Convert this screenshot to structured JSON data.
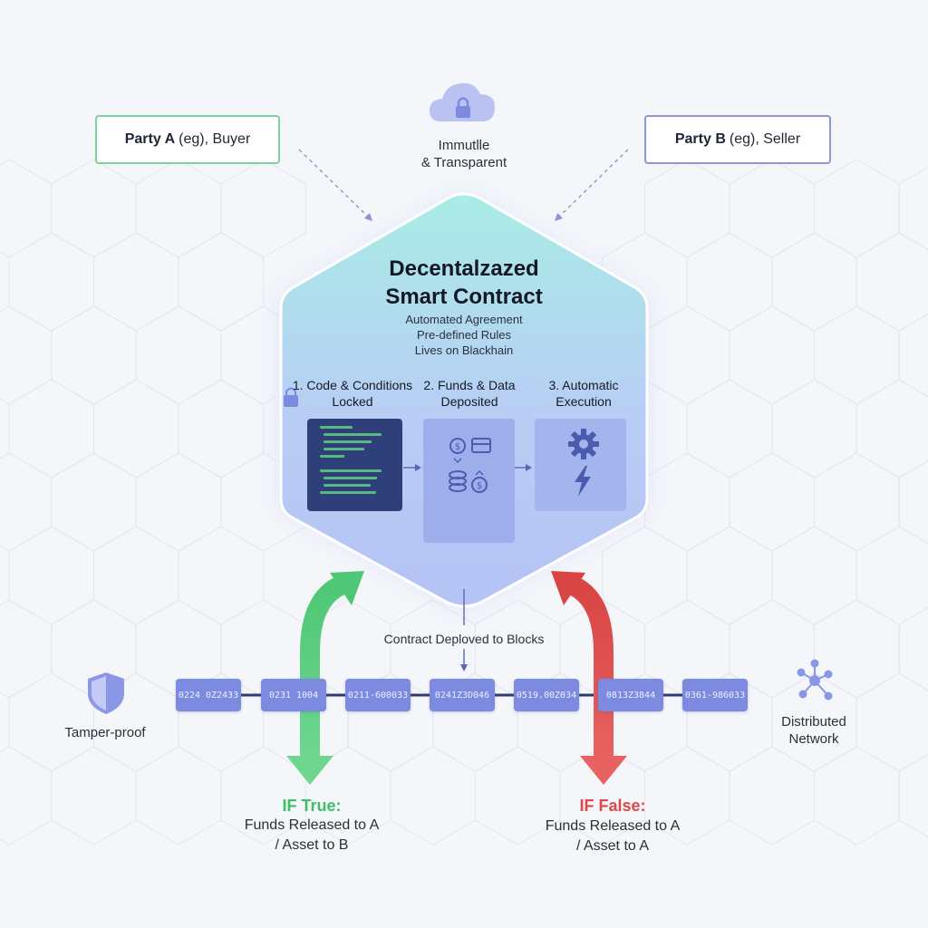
{
  "parties": {
    "a": {
      "bold": "Party A",
      "rest": "(eg), Buyer"
    },
    "b": {
      "bold": "Party B",
      "rest": "(eg), Seller"
    }
  },
  "top_label": {
    "line1": "Immutlle",
    "line2": "& Transparent"
  },
  "contract": {
    "title_line1": "Decentalzazed",
    "title_line2": "Smart Contract",
    "sub_line1": "Automated Agreement",
    "sub_line2": "Pre-defined Rules",
    "sub_line3": "Lives on Blackhain"
  },
  "steps": [
    {
      "line1": "1. Code & Conditions",
      "line2": "Locked"
    },
    {
      "line1": "2. Funds & Data",
      "line2": "Deposited"
    },
    {
      "line1": "3. Automatic",
      "line2": "Execution"
    }
  ],
  "deploy_label": "Contract Deploved to Blocks",
  "blocks": [
    "0224 0Z2433",
    "0231 1004",
    "0211-600033",
    "0241Z3D046",
    "0519.00Z034",
    "0813Z3844",
    "0361-986033"
  ],
  "left_side": {
    "label": "Tamper-proof"
  },
  "right_side": {
    "line1": "Distributed",
    "line2": "Network"
  },
  "if_true": {
    "head": "IF True:",
    "line1": "Funds Released to A",
    "line2": "/ Asset to B"
  },
  "if_false": {
    "head": "IF False:",
    "line1": "Funds Released to A",
    "line2": "/ Asset to A"
  },
  "colors": {
    "green": "#5ccf7f",
    "red": "#e05555",
    "blue": "#7c8ae0",
    "accent_green_text": "#3dbf66",
    "accent_red_text": "#e04848"
  },
  "icons": [
    "cloud-lock-icon",
    "lock-icon",
    "coin-icon",
    "card-icon",
    "coin-stack-icon",
    "gear-icon",
    "lightning-icon",
    "shield-icon",
    "network-icon"
  ]
}
